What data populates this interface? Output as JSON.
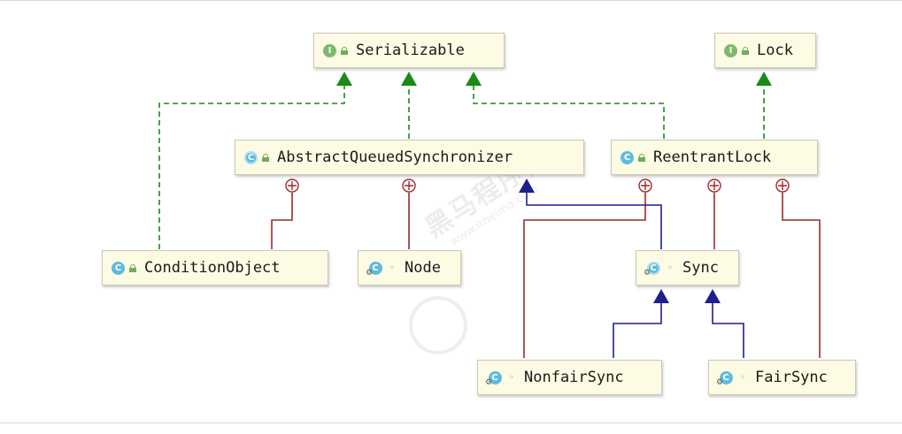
{
  "diagram": {
    "nodes": {
      "serializable": {
        "label": "Serializable",
        "kind_badge": "I",
        "kind": "interface",
        "visibility": "public"
      },
      "lock": {
        "label": "Lock",
        "kind_badge": "I",
        "kind": "interface",
        "visibility": "public"
      },
      "aqs": {
        "label": "AbstractQueuedSynchronizer",
        "kind_badge": "C",
        "kind": "abstract class",
        "visibility": "public"
      },
      "reentrant_lock": {
        "label": "ReentrantLock",
        "kind_badge": "C",
        "kind": "class",
        "visibility": "public"
      },
      "condition_object": {
        "label": "ConditionObject",
        "kind_badge": "C",
        "kind": "class",
        "visibility": "public"
      },
      "node": {
        "label": "Node",
        "kind_badge": "C",
        "kind": "static final class",
        "visibility": "package"
      },
      "sync": {
        "label": "Sync",
        "kind_badge": "C",
        "kind": "abstract static class",
        "visibility": "package"
      },
      "nonfair_sync": {
        "label": "NonfairSync",
        "kind_badge": "C",
        "kind": "static final class",
        "visibility": "package"
      },
      "fair_sync": {
        "label": "FairSync",
        "kind_badge": "C",
        "kind": "static final class",
        "visibility": "package"
      }
    },
    "relations": [
      {
        "from": "ConditionObject",
        "to": "Serializable",
        "type": "implements"
      },
      {
        "from": "AbstractQueuedSynchronizer",
        "to": "Serializable",
        "type": "implements"
      },
      {
        "from": "ReentrantLock",
        "to": "Serializable",
        "type": "implements"
      },
      {
        "from": "ReentrantLock",
        "to": "Lock",
        "type": "implements"
      },
      {
        "from": "Sync",
        "to": "AbstractQueuedSynchronizer",
        "type": "extends"
      },
      {
        "from": "NonfairSync",
        "to": "Sync",
        "type": "extends"
      },
      {
        "from": "FairSync",
        "to": "Sync",
        "type": "extends"
      },
      {
        "from": "ConditionObject",
        "to": "AbstractQueuedSynchronizer",
        "type": "inner class of"
      },
      {
        "from": "Node",
        "to": "AbstractQueuedSynchronizer",
        "type": "inner class of"
      },
      {
        "from": "NonfairSync",
        "to": "ReentrantLock",
        "type": "inner class of"
      },
      {
        "from": "Sync",
        "to": "ReentrantLock",
        "type": "inner class of"
      },
      {
        "from": "FairSync",
        "to": "ReentrantLock",
        "type": "inner class of"
      }
    ],
    "colors": {
      "implements": "#1a8a1a",
      "extends": "#1f1f8f",
      "inner_class": "#9b2a2a",
      "node_fill": "#fdfbe3",
      "interface_badge": "#7eb96b",
      "class_badge": "#5ebbde"
    },
    "icons": {
      "interface": "interface-badge-icon",
      "class": "class-badge-icon",
      "public": "public-lock-icon",
      "package": "package-private-dot-icon",
      "inner": "circle-plus-icon"
    }
  },
  "watermark": {
    "text": "黑马程序员",
    "url": "www.itheima.com"
  }
}
